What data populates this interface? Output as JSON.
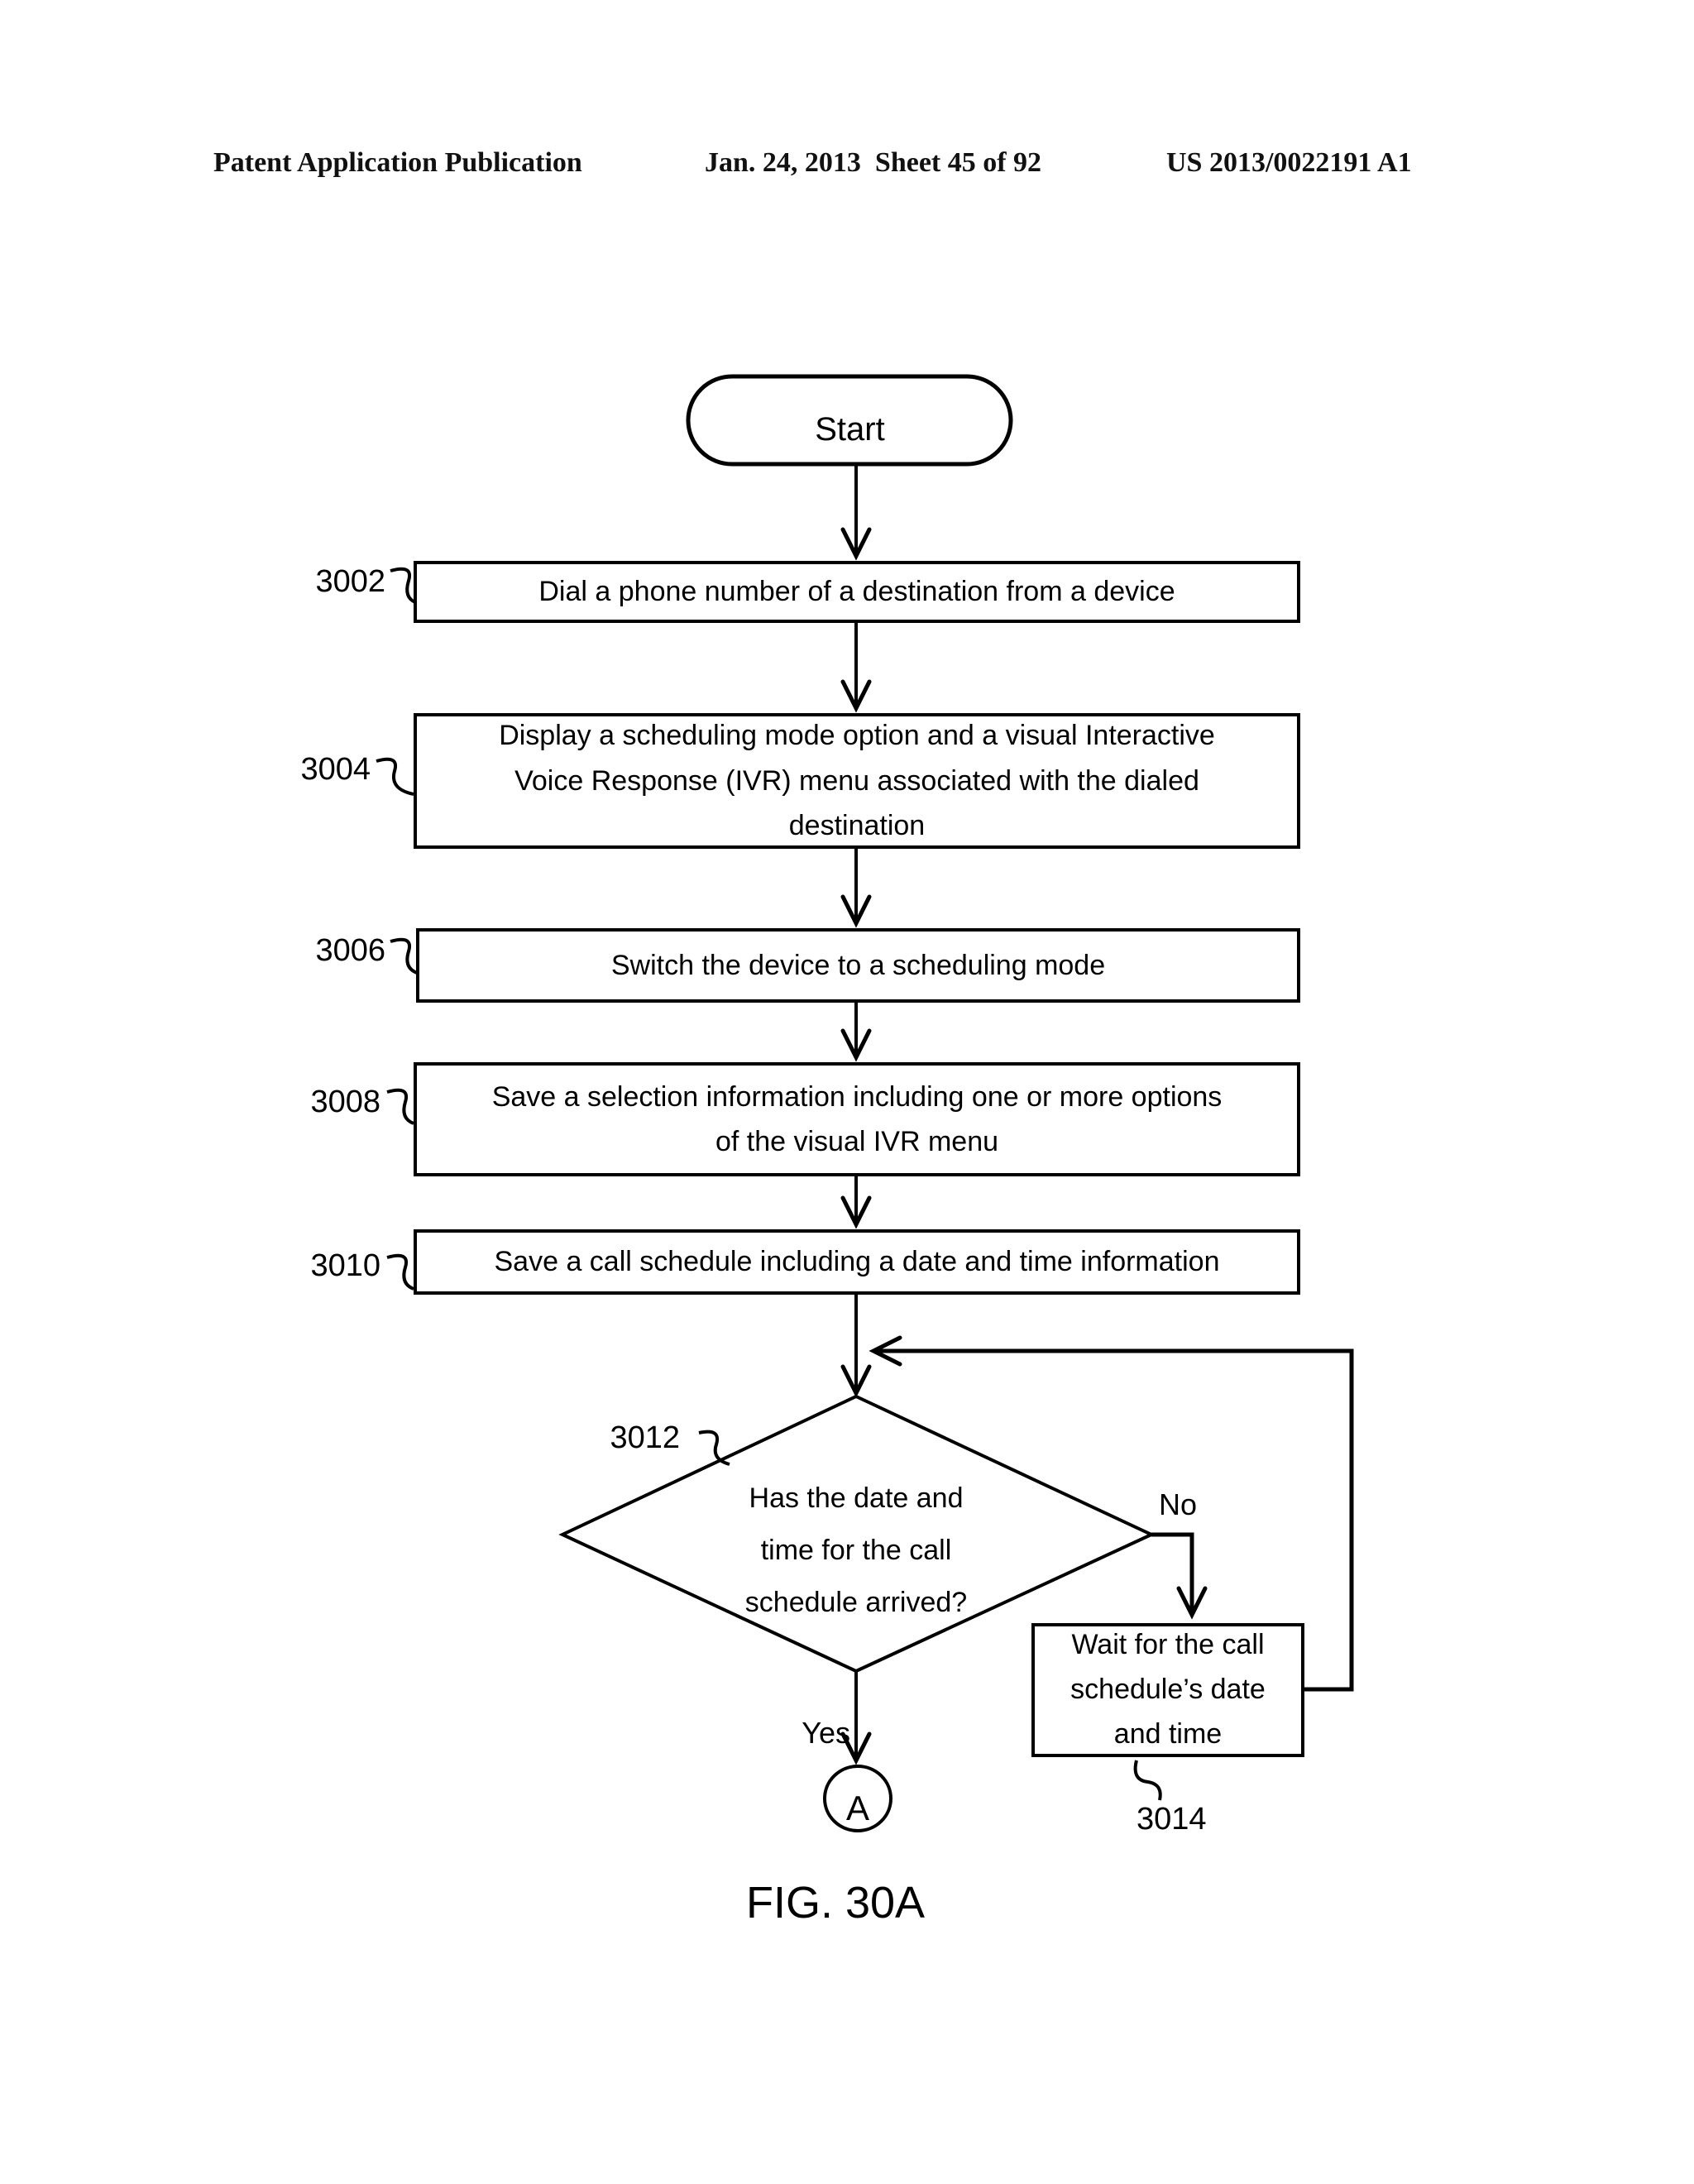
{
  "header": {
    "publication": "Patent Application Publication",
    "date_sheet": "Jan. 24, 2013  Sheet 45 of 92",
    "patent_number": "US 2013/0022191 A1"
  },
  "flowchart": {
    "start_label": "Start",
    "steps": [
      {
        "ref": "3002",
        "text": "Dial a phone number of a destination from a device"
      },
      {
        "ref": "3004",
        "text": "Display a scheduling mode option and a visual Interactive Voice Response (IVR) menu  associated with the dialed destination"
      },
      {
        "ref": "3006",
        "text": "Switch the device to a scheduling mode"
      },
      {
        "ref": "3008",
        "text": "Save a selection information including one or more options of the visual IVR menu"
      },
      {
        "ref": "3010",
        "text": "Save a call schedule including a date and time information"
      }
    ],
    "decision": {
      "ref": "3012",
      "text": "Has the date and time for the call schedule arrived?",
      "yes_label": "Yes",
      "no_label": "No"
    },
    "wait_step": {
      "ref": "3014",
      "text": "Wait for the call schedule’s date and time"
    },
    "connector_label": "A",
    "caption": "FIG. 30A"
  }
}
